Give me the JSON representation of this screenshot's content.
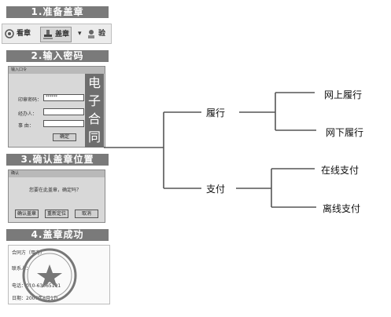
{
  "steps": [
    {
      "label": "1.准备盖章"
    },
    {
      "label": "2.输入密码"
    },
    {
      "label": "3.确认盖章位置"
    },
    {
      "label": "4.盖章成功"
    }
  ],
  "toolbar": {
    "view_label": "看章",
    "stamp_label": "盖章",
    "verify_label": "验"
  },
  "password_dialog": {
    "title": "输入口令",
    "password_label": "印章密码：",
    "password_value": "******",
    "handler_label": "经办人：",
    "matter_label": "事 由：",
    "ok_label": "确定",
    "sidebar_chars": [
      "电",
      "子",
      "合",
      "同"
    ]
  },
  "confirm_dialog": {
    "title": "确认",
    "message": "您要在此盖章，确定吗？",
    "btn1": "确认盖章",
    "btn2": "重新定位",
    "btn3": "取消"
  },
  "stamp_doc": {
    "lines": [
      "合同方（甲方）",
      "联系人：",
      "电话：010-63065101",
      "日期：2007年8月1日"
    ]
  },
  "tree": {
    "branches": [
      {
        "label": "履行",
        "children": [
          "网上履行",
          "网下履行"
        ]
      },
      {
        "label": "支付",
        "children": [
          "在线支付",
          "离线支付"
        ]
      }
    ]
  },
  "colors": {
    "banner": "#7a7a7a",
    "line": "#555555",
    "panel": "#6e6e6e"
  }
}
